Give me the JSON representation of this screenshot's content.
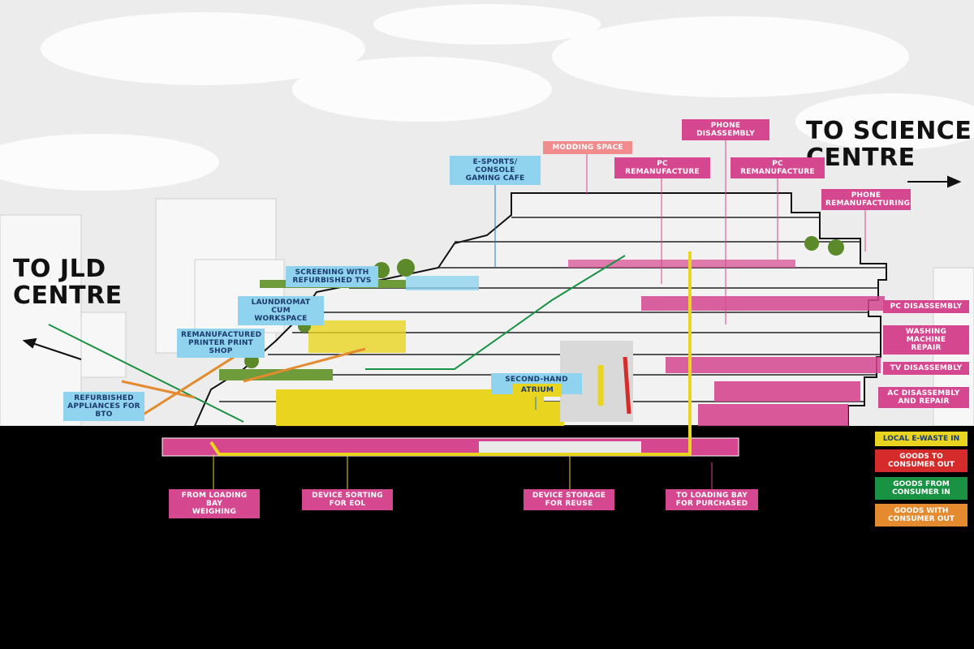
{
  "destinations": {
    "left": "TO JLD\nCENTRE",
    "right": "TO SCIENCE\nCENTRE"
  },
  "labels": {
    "modding_space": "MODDING SPACE",
    "phone_disassembly": "PHONE\nDISASSEMBLY",
    "pc_remanufacture_1": "PC REMANUFACTURE",
    "pc_remanufacture_2": "PC REMANUFACTURE",
    "phone_remanufacturing": "PHONE\nREMANUFACTURING",
    "esports_cafe": "E-SPORTS/ CONSOLE\nGAMING CAFE",
    "screening_tvs": "SCREENING WITH\nREFURBISHED TVS",
    "laundromat": "LAUNDROMAT CUM\nWORKSPACE",
    "printer_shop": "REMANUFACTURED\nPRINTER PRINT SHOP",
    "second_hand_market": "SECOND-HAND\nMARKET",
    "refurbished_appliances": "REFURBISHED\nAPPLIANCES FOR BTO",
    "atrium": "ATRIUM",
    "pc_disassembly": "PC DISASSEMBLY",
    "washing_machine_repair": "WASHING MACHINE\nREPAIR",
    "tv_disassembly": "TV DISASSEMBLY",
    "ac_disassembly": "AC DISASSEMBLY\nAND REPAIR",
    "loading_bay_weighing": "FROM LOADING BAY\nWEIGHING",
    "device_sorting": "DEVICE SORTING\nFOR EOL",
    "device_storage": "DEVICE STORAGE\nFOR REUSE",
    "loading_bay_purchased": "TO LOADING BAY\nFOR PURCHASED"
  },
  "legend": [
    {
      "label": "LOCAL E-WASTE IN",
      "color": "#e9d51f"
    },
    {
      "label": "GOODS TO\nCONSUMER OUT",
      "color": "#d52b2b"
    },
    {
      "label": "GOODS FROM\nCONSUMER IN",
      "color": "#1a9243"
    },
    {
      "label": "GOODS WITH\nCONSUMER OUT",
      "color": "#e48a2f"
    }
  ]
}
